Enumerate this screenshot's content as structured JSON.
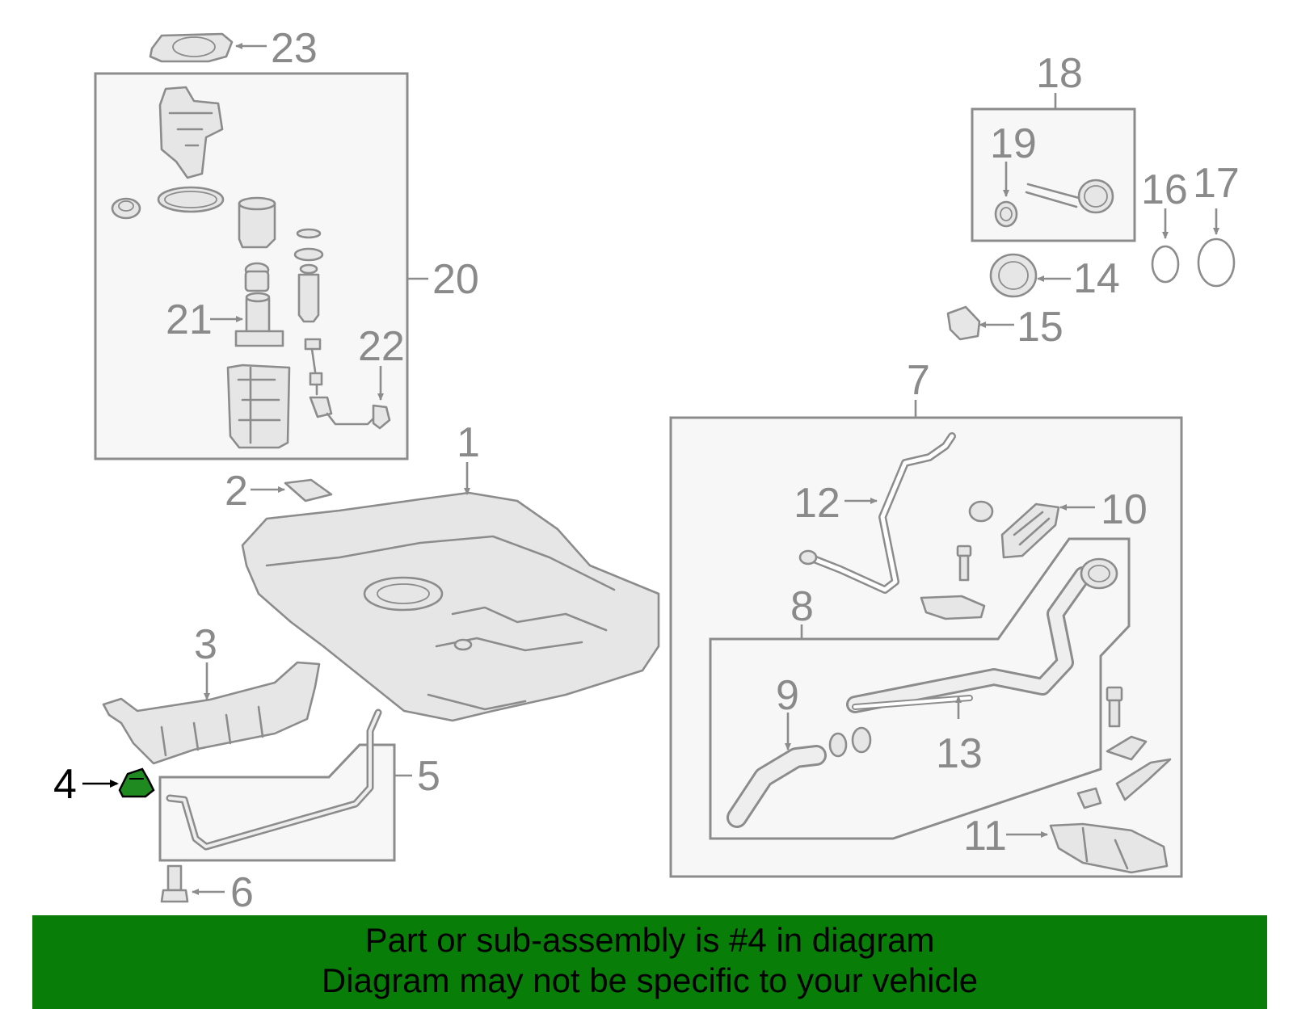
{
  "callouts": {
    "c1": "1",
    "c2": "2",
    "c3": "3",
    "c4": "4",
    "c5": "5",
    "c6": "6",
    "c7": "7",
    "c8": "8",
    "c9": "9",
    "c10": "10",
    "c11": "11",
    "c12": "12",
    "c13": "13",
    "c14": "14",
    "c15": "15",
    "c16": "16",
    "c17": "17",
    "c18": "18",
    "c19": "19",
    "c20": "20",
    "c21": "21",
    "c22": "22",
    "c23": "23"
  },
  "highlight": {
    "part_number": "4",
    "color": "#1f8a1f"
  },
  "banner": {
    "line1": "Part or sub-assembly is #4 in diagram",
    "line2": "Diagram may not be specific to your vehicle",
    "background": "#087d08"
  }
}
